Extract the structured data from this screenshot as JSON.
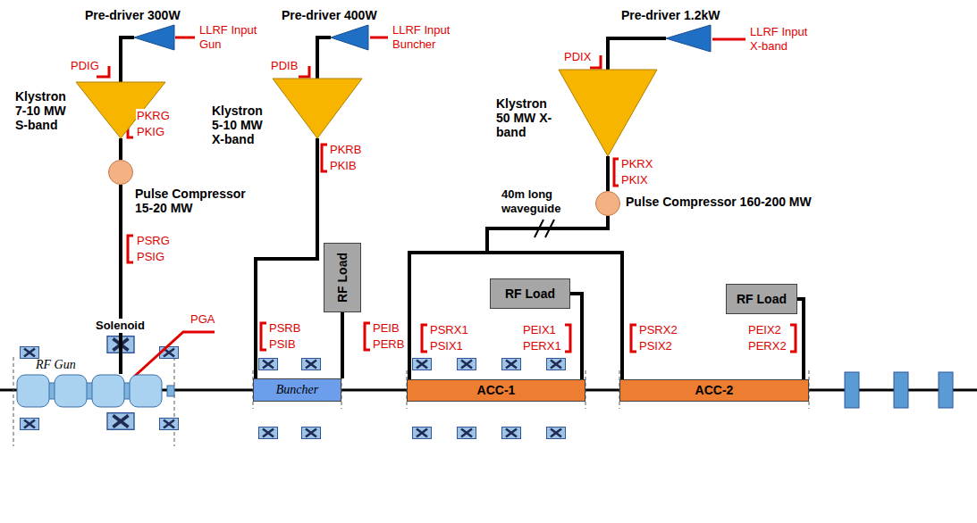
{
  "diagram": {
    "nodes": [
      {
        "text": [
          "Pre-driver 300W"
        ]
      },
      {
        "text": [
          "Klystron 7-10 MW S-band"
        ]
      },
      {
        "text": [
          "Pulse Compressor 15-20 MW"
        ]
      },
      {
        "text": [
          "RF Gun"
        ]
      },
      {
        "text": [
          "Pre-driver 400W"
        ]
      },
      {
        "text": [
          "Klystron 5-10 MW X-band"
        ]
      },
      {
        "text": [
          "Buncher"
        ]
      },
      {
        "text": [
          "RF Load"
        ]
      },
      {
        "text": [
          "Pre-driver 1.2kW"
        ]
      },
      {
        "text": [
          "Klystron 50 MW X-band"
        ]
      },
      {
        "text": [
          "Pulse Compressor 160-200 MW"
        ]
      },
      {
        "text": [
          "ACC-1"
        ]
      },
      {
        "text": [
          "RF Load"
        ]
      },
      {
        "text": [
          "ACC-2"
        ]
      },
      {
        "text": [
          "RF Load"
        ]
      }
    ],
    "edges": [
      {
        "from": 0,
        "to": 1,
        "arrow": "none"
      },
      {
        "from": 1,
        "to": 2,
        "arrow": "none"
      },
      {
        "from": 2,
        "to": 3,
        "arrow": "none"
      },
      {
        "from": 4,
        "to": 5,
        "arrow": "none"
      },
      {
        "from": 5,
        "to": 6,
        "arrow": "none"
      },
      {
        "from": 6,
        "to": 7,
        "arrow": "none"
      },
      {
        "from": 8,
        "to": 9,
        "arrow": "none"
      },
      {
        "from": 9,
        "to": 10,
        "arrow": "none"
      },
      {
        "from": 10,
        "to": 11,
        "arrow": "none"
      },
      {
        "from": 10,
        "to": 13,
        "arrow": "none"
      },
      {
        "from": 11,
        "to": 12,
        "arrow": "none"
      },
      {
        "from": 13,
        "to": 14,
        "arrow": "none"
      }
    ],
    "labels": [
      "LLRF Input Gun",
      "PDIG",
      "PKRG",
      "PKIG",
      "PSRG",
      "PSIG",
      "Solenoid",
      "PGA",
      "LLRF Input Buncher",
      "PDIB",
      "PKRB",
      "PKIB",
      "PSRB",
      "PSIB",
      "PEIB",
      "PERB",
      "LLRF Input X-band",
      "PDIX",
      "40m long waveguide",
      "PKRX",
      "PKIX",
      "PSRX1",
      "PSIX1",
      "PEIX1",
      "PERX1",
      "PSRX2",
      "PSIX2",
      "PEIX2",
      "PERX2"
    ]
  }
}
